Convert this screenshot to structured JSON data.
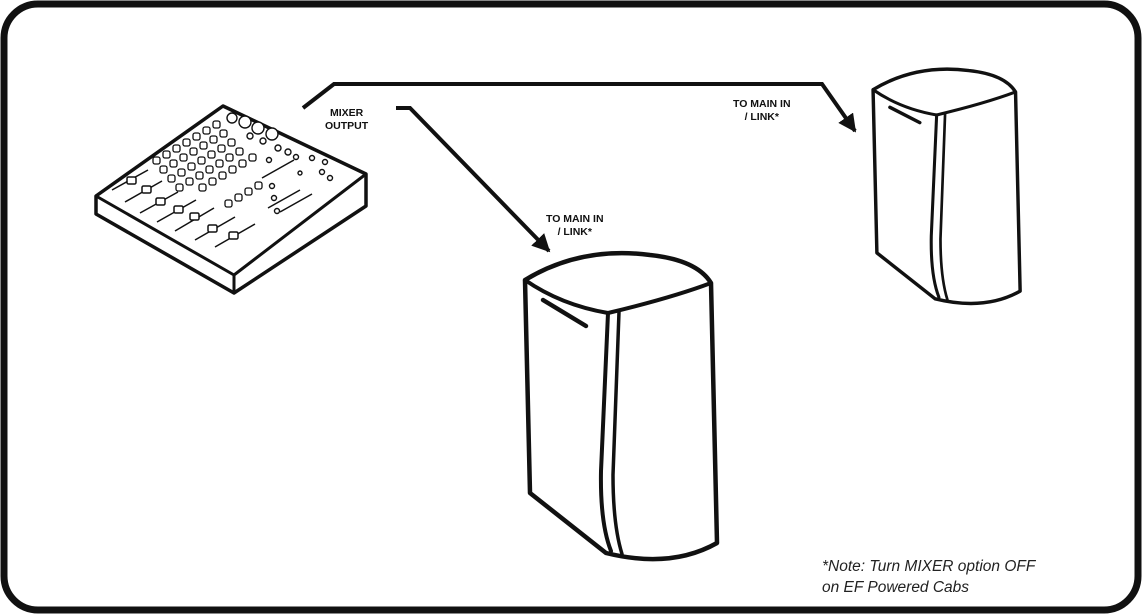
{
  "labels": {
    "mixer_output": [
      "MIXER",
      "OUTPUT"
    ],
    "to_main_right": [
      "TO MAIN IN",
      "/ LINK*"
    ],
    "to_main_center": [
      "TO MAIN IN",
      "/ LINK*"
    ]
  },
  "note": [
    "*Note: Turn MIXER option OFF",
    "on EF Powered Cabs"
  ],
  "colors": {
    "line": "#111111",
    "background": "#ffffff"
  },
  "icons": [
    "mixer-console-icon",
    "speaker-cabinet-icon"
  ]
}
